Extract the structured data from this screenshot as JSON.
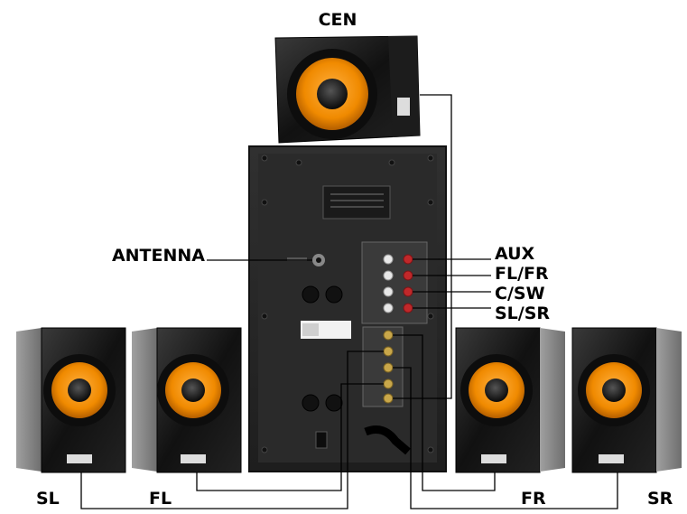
{
  "labels": {
    "center": "CEN",
    "antenna": "ANTENNA",
    "aux": "AUX",
    "fl_fr": "FL/FR",
    "c_sw": "C/SW",
    "sl_sr": "SL/SR",
    "sl": "SL",
    "fl": "FL",
    "fr": "FR",
    "sr": "SR"
  },
  "colors": {
    "woofer_cone": "#f08a00",
    "speaker_body": "#1a1a1a",
    "speaker_side": "#8a8a8a",
    "subwoofer_panel": "#2b2b2b",
    "jack_red": "#c0282a",
    "jack_white": "#e8e8e8",
    "jack_gold": "#c9a74a"
  }
}
